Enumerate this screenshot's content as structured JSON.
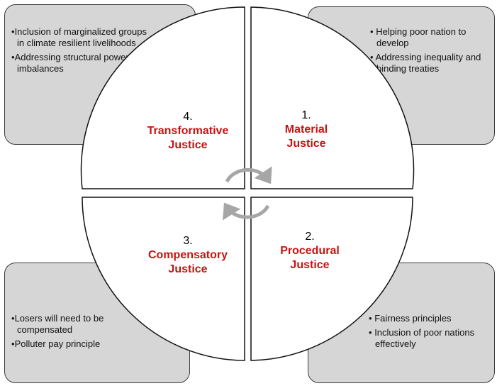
{
  "quadrants": [
    {
      "number": "1.",
      "label_line1": "Material",
      "label_line2": "Justice"
    },
    {
      "number": "2.",
      "label_line1": "Procedural",
      "label_line2": "Justice"
    },
    {
      "number": "3.",
      "label_line1": "Compensatory",
      "label_line2": "Justice"
    },
    {
      "number": "4.",
      "label_line1": "Transformative",
      "label_line2": "Justice"
    }
  ],
  "boxes": {
    "top_left": [
      "Inclusion of marginalized groups in climate resilient livelihoods",
      "Addressing structural power imbalances"
    ],
    "top_right": [
      "Helping poor nation to develop",
      "Addressing inequality and binding treaties"
    ],
    "bottom_left": [
      "Losers will need to be compensated",
      "Polluter pay principle"
    ],
    "bottom_right": [
      "Fairness principles",
      "Inclusion of poor nations effectively"
    ]
  },
  "bullet_char": "•",
  "colors": {
    "label": "#cc1111",
    "box_fill": "#d6d6d6",
    "arrow": "#a6a6a6"
  }
}
